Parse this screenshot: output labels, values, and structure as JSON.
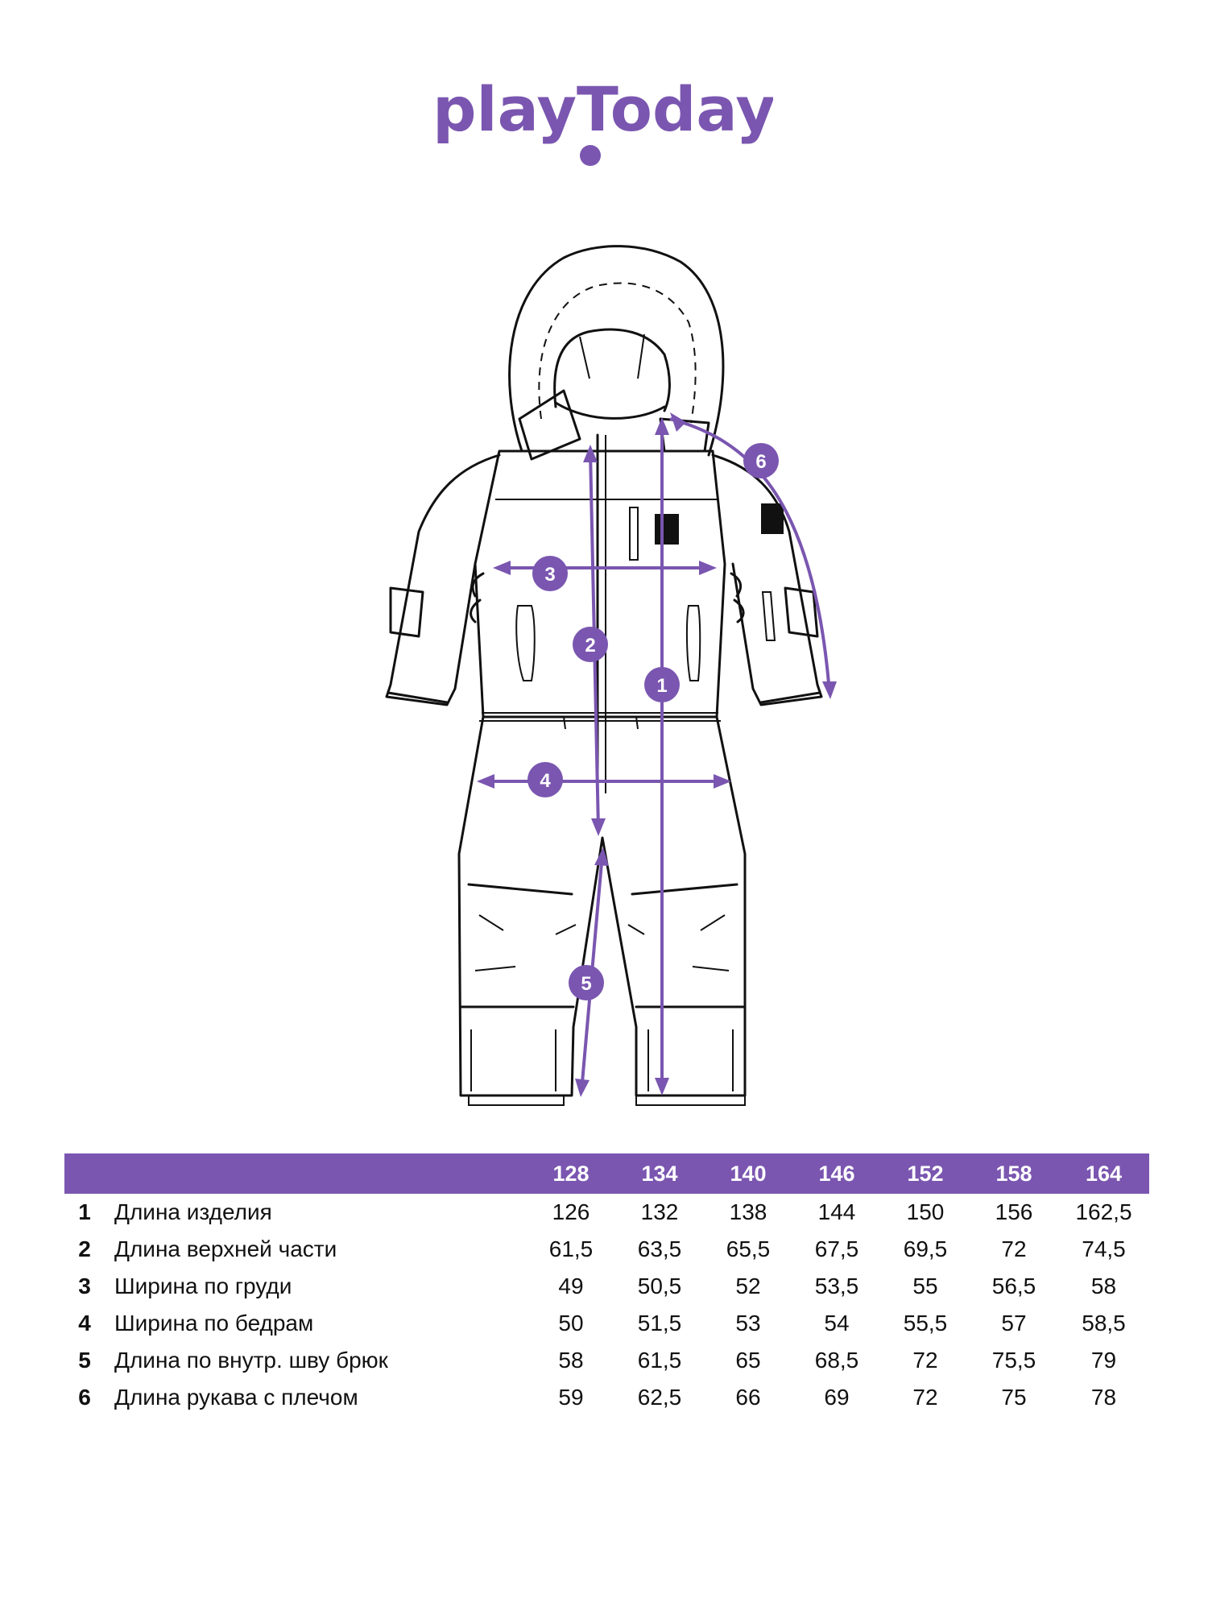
{
  "brand": {
    "logo_text": "playToday",
    "color": "#7a56b0"
  },
  "illustration": {
    "item": "snow overall with hood",
    "markers": [
      "1",
      "2",
      "3",
      "4",
      "5",
      "6"
    ]
  },
  "size_table": {
    "sizes": [
      "128",
      "134",
      "140",
      "146",
      "152",
      "158",
      "164"
    ],
    "rows": [
      {
        "num": "1",
        "name": "Длина изделия",
        "values": [
          "126",
          "132",
          "138",
          "144",
          "150",
          "156",
          "162,5"
        ]
      },
      {
        "num": "2",
        "name": "Длина верхней части",
        "values": [
          "61,5",
          "63,5",
          "65,5",
          "67,5",
          "69,5",
          "72",
          "74,5"
        ]
      },
      {
        "num": "3",
        "name": "Ширина по груди",
        "values": [
          "49",
          "50,5",
          "52",
          "53,5",
          "55",
          "56,5",
          "58"
        ]
      },
      {
        "num": "4",
        "name": "Ширина по бедрам",
        "values": [
          "50",
          "51,5",
          "53",
          "54",
          "55,5",
          "57",
          "58,5"
        ]
      },
      {
        "num": "5",
        "name": "Длина по внутр. шву брюк",
        "values": [
          "58",
          "61,5",
          "65",
          "68,5",
          "72",
          "75,5",
          "79"
        ]
      },
      {
        "num": "6",
        "name": "Длина рукава с плечом",
        "values": [
          "59",
          "62,5",
          "66",
          "69",
          "72",
          "75",
          "78"
        ]
      }
    ]
  }
}
